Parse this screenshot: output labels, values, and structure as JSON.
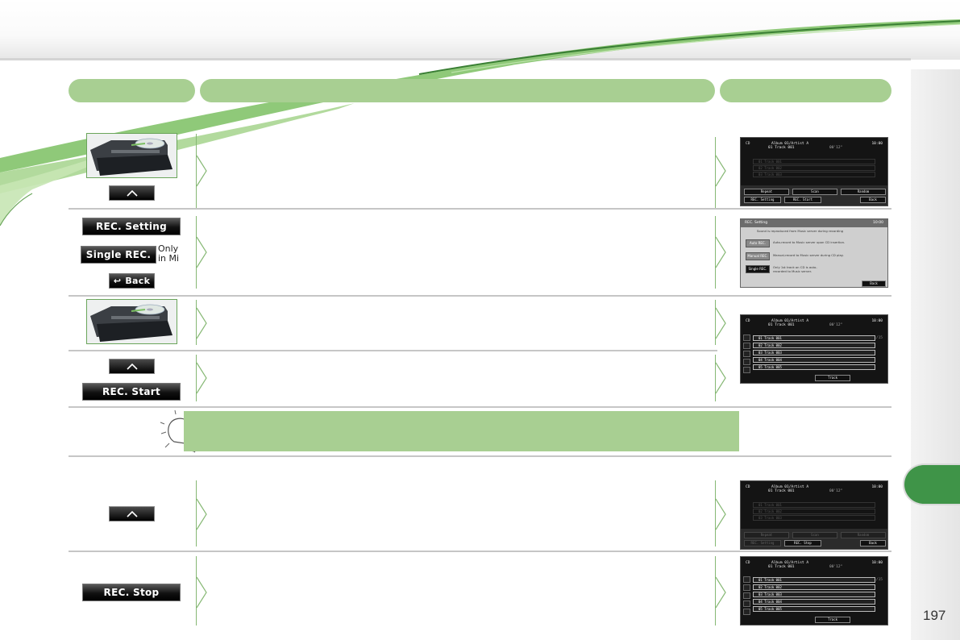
{
  "page_number": "197",
  "buttons": {
    "rec_setting": "REC. Setting",
    "single_rec": "Single REC.",
    "back": "Back",
    "rec_start": "REC. Start",
    "rec_stop": "REC. Stop"
  },
  "single_rec_note": [
    "Only",
    "in Mi"
  ],
  "screen_playback": {
    "icon": "CD",
    "title": "Album 01/Artist A",
    "track": "01 Track 001",
    "time": "10:00",
    "elapsed": "00'12\"",
    "rows": [
      "01  Track 001",
      "02  Track 002",
      "03  Track 003"
    ],
    "buttons": [
      "Repeat",
      "Scan",
      "Random",
      "REC. Setting",
      "REC. Start",
      "Back"
    ]
  },
  "screen_rec_setting": {
    "header": "REC. Setting",
    "time": "10:00",
    "subtitle": "Sound is reproduced from Music server during recording",
    "options": [
      {
        "label": "Auto REC.",
        "desc": "Auto-record to Music server upon CD insertion."
      },
      {
        "label": "Manual REC.",
        "desc": "Manual-record to Music server during CD play."
      },
      {
        "label": "Single REC.",
        "desc": "Only 1st track on CD is auto-recorded to Music server."
      }
    ],
    "back": "Back"
  },
  "screen_track_select": {
    "rows": [
      "01  Track 001",
      "02  Track 002",
      "03  Track 003",
      "04  Track 004",
      "05  Track 005"
    ],
    "page": "1/15",
    "footer": "Track"
  },
  "screen_recording": {
    "buttons": [
      "Repeat",
      "Scan",
      "Random",
      "REC. Setting",
      "REC. Stop",
      "Back"
    ]
  },
  "colors": {
    "accent_green": "#a8cf92",
    "tab_green": "#3f9448",
    "rule_gray": "#c6c6c6"
  }
}
